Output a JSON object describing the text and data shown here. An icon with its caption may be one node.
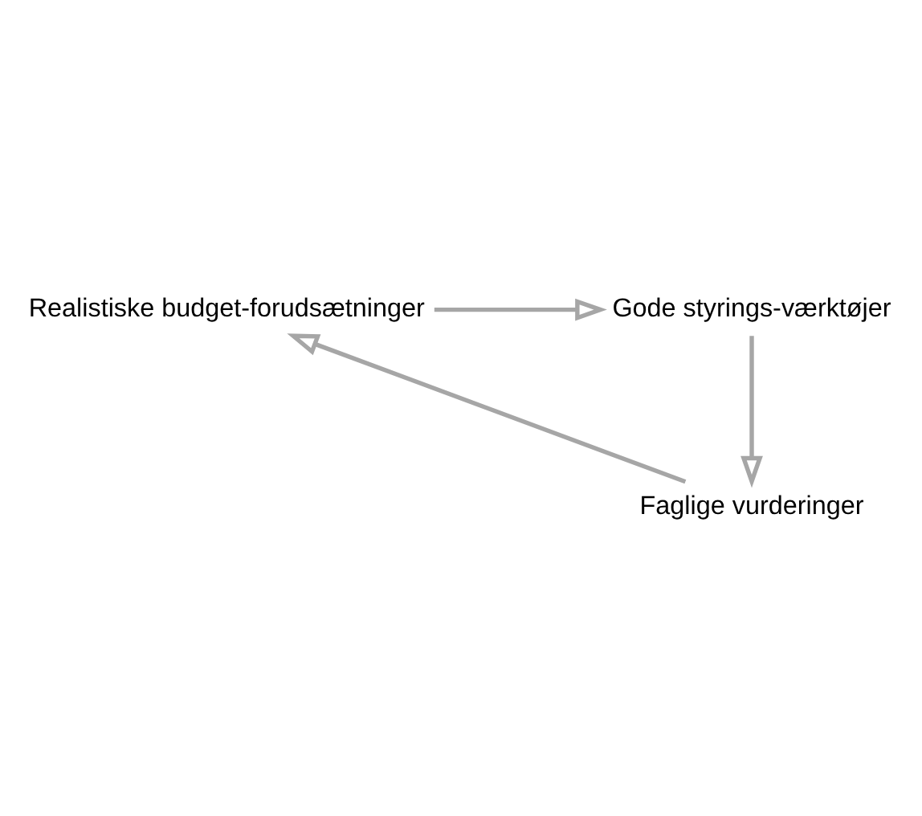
{
  "diagram": {
    "nodes": [
      {
        "text": [
          "Realistiske budget-forudsætninger"
        ]
      },
      {
        "text": [
          "Gode styrings-værktøjer"
        ]
      },
      {
        "text": [
          "Faglige vurderinger"
        ]
      }
    ],
    "edges": [
      {
        "from": 0,
        "to": 1,
        "arrow": "to"
      },
      {
        "from": 1,
        "to": 2,
        "arrow": "to"
      },
      {
        "from": 2,
        "to": 0,
        "arrow": "to"
      }
    ]
  }
}
